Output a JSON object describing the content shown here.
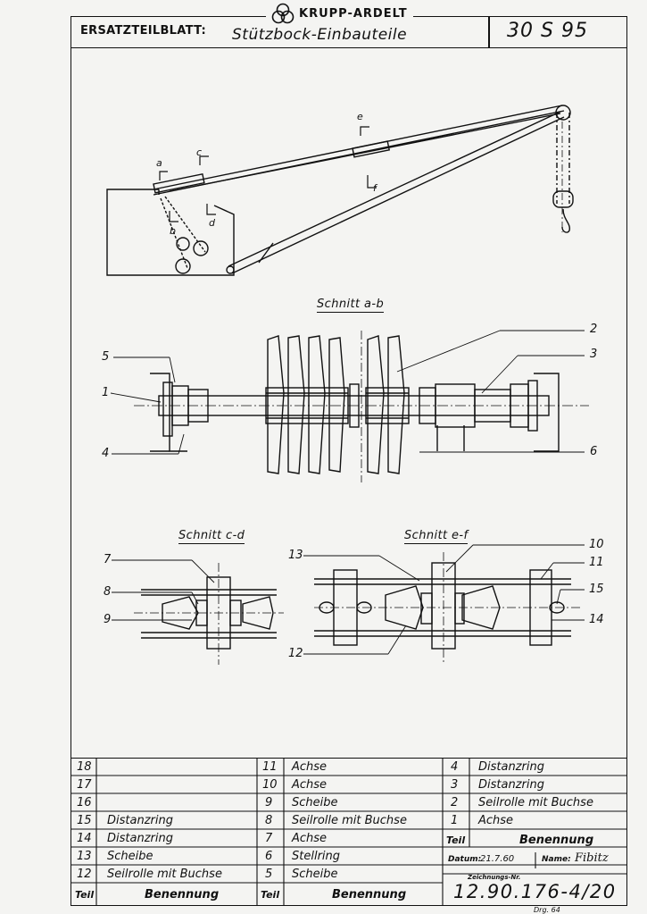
{
  "header": {
    "brand": "KRUPP-ARDELT",
    "label": "ERSATZTEILBLATT:",
    "title": "Stützbock-Einbauteile",
    "sheet_number": "30 S 95"
  },
  "crane_view": {
    "section_markers": [
      "a",
      "b",
      "c",
      "d",
      "e",
      "f"
    ]
  },
  "sections": {
    "ab": {
      "title": "Schnitt a-b",
      "callouts": [
        "1",
        "2",
        "3",
        "4",
        "5",
        "6"
      ]
    },
    "cd": {
      "title": "Schnitt c-d",
      "callouts": [
        "7",
        "8",
        "9"
      ]
    },
    "ef": {
      "title": "Schnitt e-f",
      "callouts": [
        "10",
        "11",
        "12",
        "13",
        "14",
        "15"
      ]
    }
  },
  "parts_list": {
    "col_header_teil": "Teil",
    "col_header_benennung": "Benennung",
    "col1": [
      {
        "teil": "18",
        "name": ""
      },
      {
        "teil": "17",
        "name": ""
      },
      {
        "teil": "16",
        "name": ""
      },
      {
        "teil": "15",
        "name": "Distanzring"
      },
      {
        "teil": "14",
        "name": "Distanzring"
      },
      {
        "teil": "13",
        "name": "Scheibe"
      },
      {
        "teil": "12",
        "name": "Seilrolle mit Buchse"
      }
    ],
    "col2": [
      {
        "teil": "11",
        "name": "Achse"
      },
      {
        "teil": "10",
        "name": "Achse"
      },
      {
        "teil": "9",
        "name": "Scheibe"
      },
      {
        "teil": "8",
        "name": "Seilrolle mit Buchse"
      },
      {
        "teil": "7",
        "name": "Achse"
      },
      {
        "teil": "6",
        "name": "Stellring"
      },
      {
        "teil": "5",
        "name": "Scheibe"
      }
    ],
    "col3": [
      {
        "teil": "4",
        "name": "Distanzring"
      },
      {
        "teil": "3",
        "name": "Distanzring"
      },
      {
        "teil": "2",
        "name": "Seilrolle mit Buchse"
      },
      {
        "teil": "1",
        "name": "Achse"
      }
    ],
    "datum_label": "Datum:",
    "datum_value": "21.7.60",
    "name_label": "Name:",
    "name_value": "Fibitz",
    "drawing_no_label": "Zeichnungs-Nr.",
    "drawing_no": "12.90.176-4/20"
  },
  "corner_note": "Drg. 64"
}
